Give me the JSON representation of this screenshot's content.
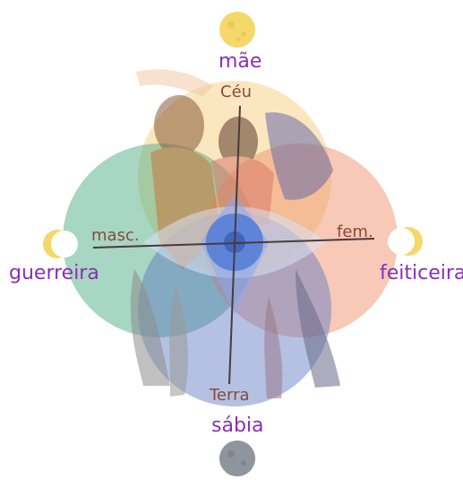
{
  "roles": {
    "top": "mãe",
    "bottom": "sábia",
    "left": "guerreira",
    "right": "feiticeira"
  },
  "axes": {
    "top": "Céu",
    "bottom": "Terra",
    "left": "masc.",
    "right": "fem."
  },
  "moon_phases": [
    "full-moon-icon",
    "waxing-crescent-moon-icon",
    "waning-crescent-moon-icon",
    "new-moon-icon"
  ],
  "colors": {
    "top_circle": "#f6c971",
    "left_circle": "#63b892",
    "right_circle": "#f0a07c",
    "bottom_circle": "#6f86c9",
    "center_eye": "#4d78d6",
    "moon_gold": "#f5d86a",
    "moon_dark": "#8e959d",
    "role_text": "#8a2fb5",
    "axis_text": "#8a4a3a"
  }
}
